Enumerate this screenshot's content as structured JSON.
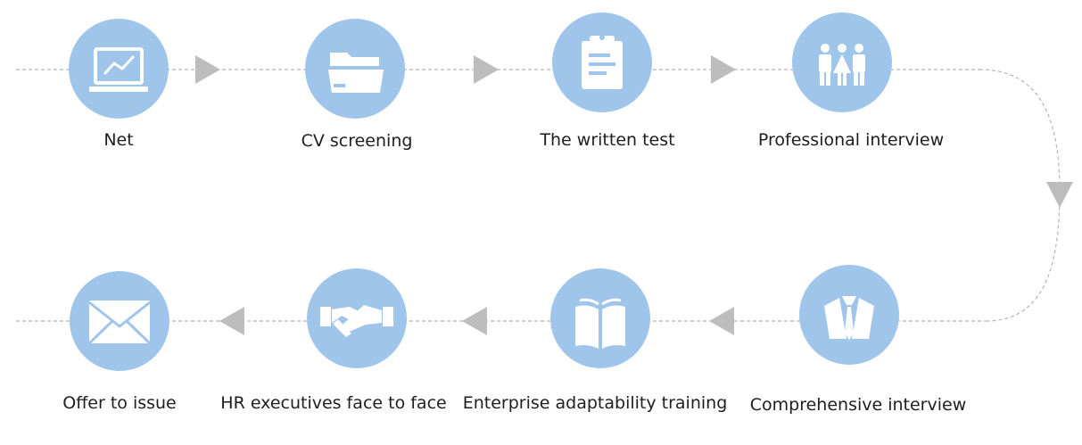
{
  "colors": {
    "circle": "#9fc5ea",
    "icon": "#ffffff",
    "arrow": "#bdbdbd",
    "dashed_line": "#b5b5b5",
    "label_text": "#1e1e1e"
  },
  "steps": [
    {
      "label": "Net",
      "icon": "monitor-chart-icon"
    },
    {
      "label": "CV screening",
      "icon": "folder-icon"
    },
    {
      "label": "The written test",
      "icon": "clipboard-icon"
    },
    {
      "label": "Professional interview",
      "icon": "people-icon"
    },
    {
      "label": "Comprehensive interview",
      "icon": "suit-tie-icon"
    },
    {
      "label": "Enterprise adaptability training",
      "icon": "open-book-icon"
    },
    {
      "label": "HR executives face to face",
      "icon": "handshake-icon"
    },
    {
      "label": "Offer to issue",
      "icon": "envelope-icon"
    }
  ]
}
